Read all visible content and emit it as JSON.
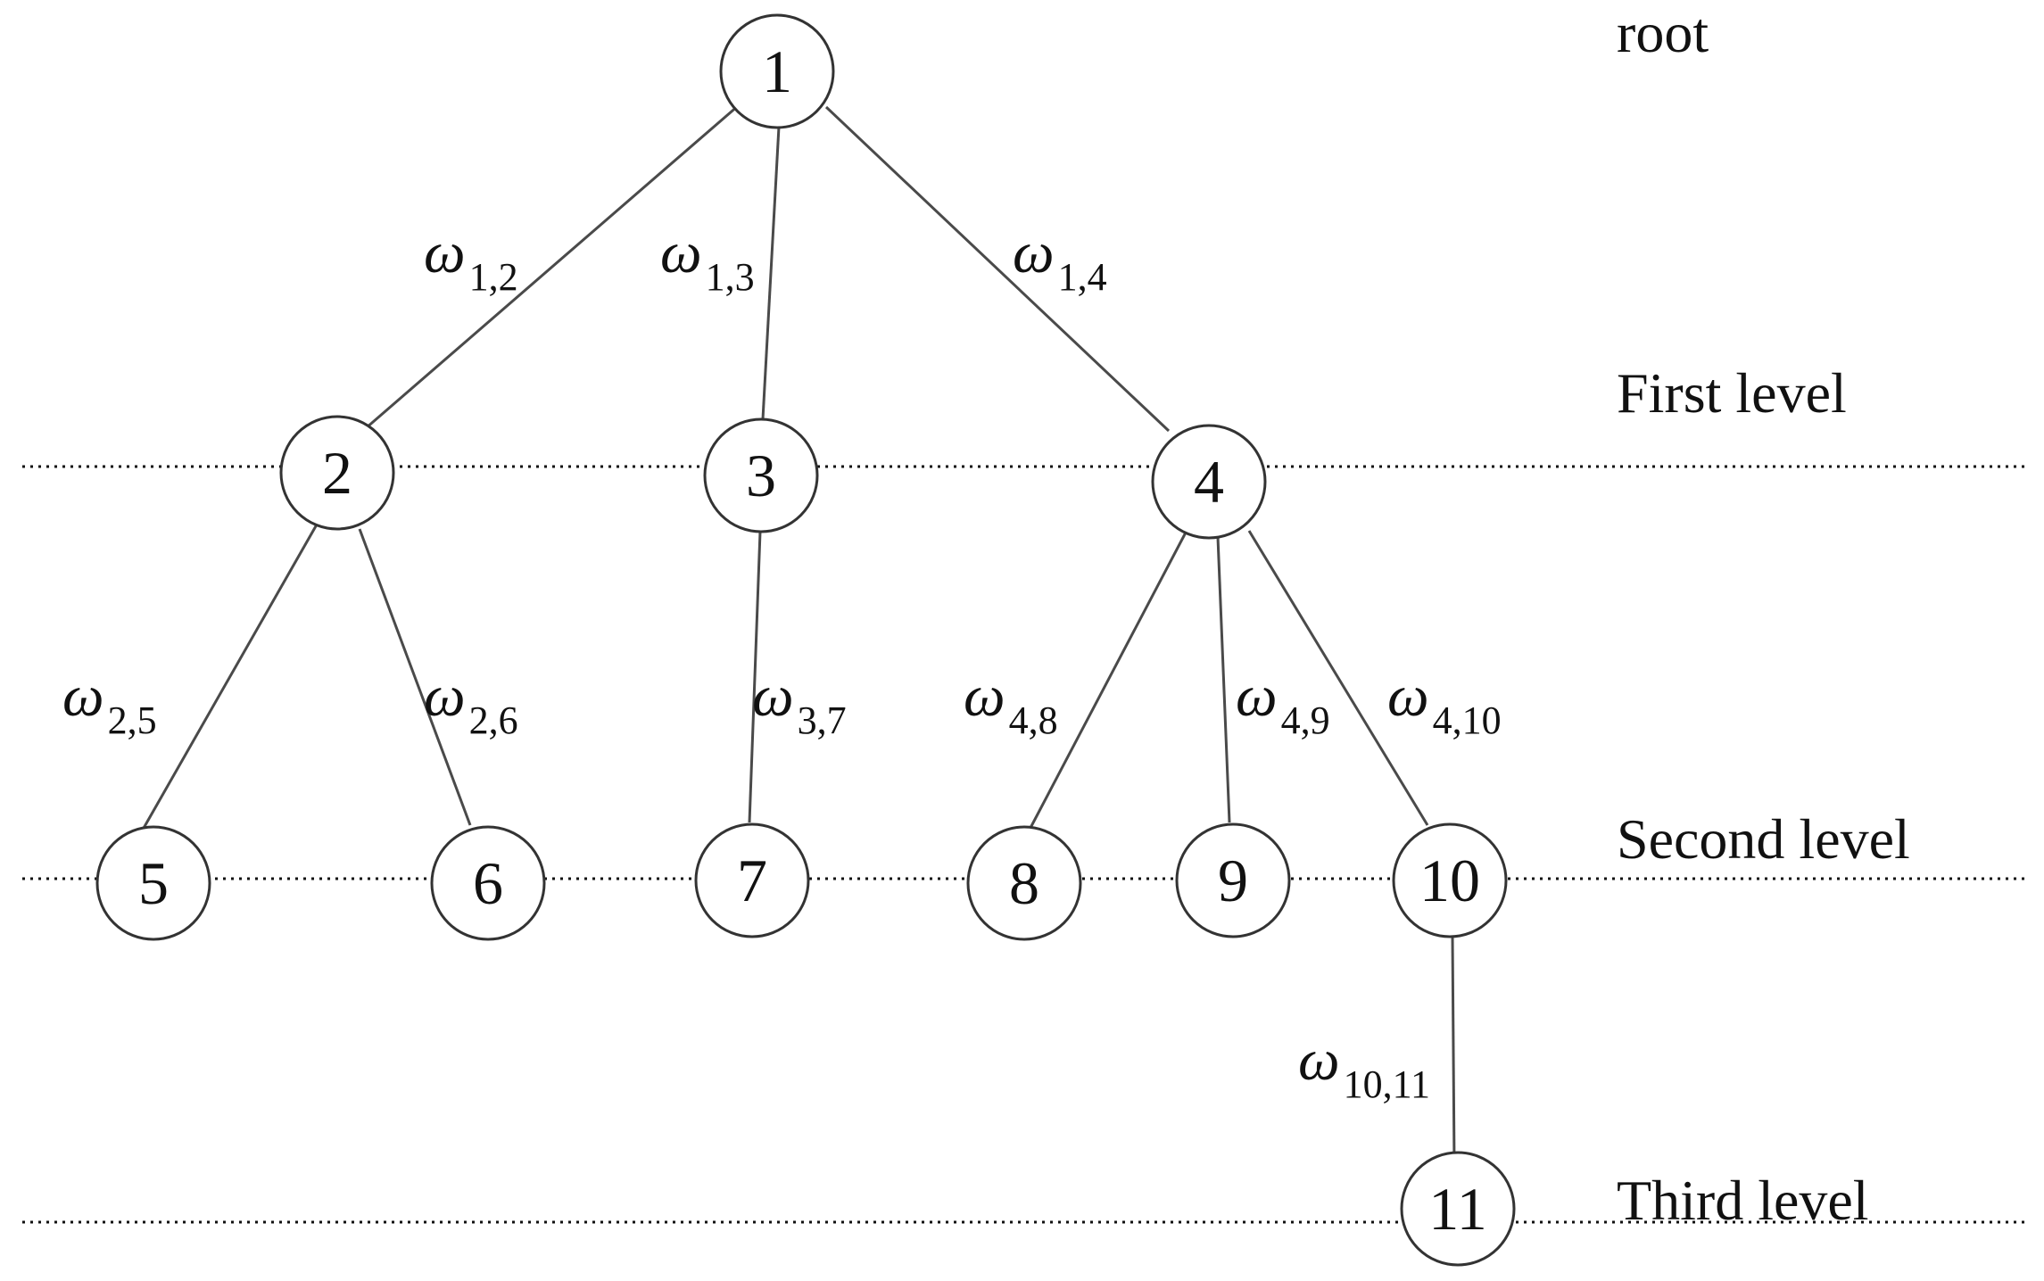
{
  "diagram": {
    "levels": {
      "root": "root",
      "first": "First level",
      "second": "Second level",
      "third": "Third level"
    },
    "nodes": [
      {
        "id": "1",
        "label": "1"
      },
      {
        "id": "2",
        "label": "2"
      },
      {
        "id": "3",
        "label": "3"
      },
      {
        "id": "4",
        "label": "4"
      },
      {
        "id": "5",
        "label": "5"
      },
      {
        "id": "6",
        "label": "6"
      },
      {
        "id": "7",
        "label": "7"
      },
      {
        "id": "8",
        "label": "8"
      },
      {
        "id": "9",
        "label": "9"
      },
      {
        "id": "10",
        "label": "10"
      },
      {
        "id": "11",
        "label": "11"
      }
    ],
    "edges": [
      {
        "from": "1",
        "to": "2",
        "symbol": "ω",
        "index": "1,2"
      },
      {
        "from": "1",
        "to": "3",
        "symbol": "ω",
        "index": "1,3"
      },
      {
        "from": "1",
        "to": "4",
        "symbol": "ω",
        "index": "1,4"
      },
      {
        "from": "2",
        "to": "5",
        "symbol": "ω",
        "index": "2,5"
      },
      {
        "from": "2",
        "to": "6",
        "symbol": "ω",
        "index": "2,6"
      },
      {
        "from": "3",
        "to": "7",
        "symbol": "ω",
        "index": "3,7"
      },
      {
        "from": "4",
        "to": "8",
        "symbol": "ω",
        "index": "4,8"
      },
      {
        "from": "4",
        "to": "9",
        "symbol": "ω",
        "index": "4,9"
      },
      {
        "from": "4",
        "to": "10",
        "symbol": "ω",
        "index": "4,10"
      },
      {
        "from": "10",
        "to": "11",
        "symbol": "ω",
        "index": "10,11"
      }
    ]
  }
}
